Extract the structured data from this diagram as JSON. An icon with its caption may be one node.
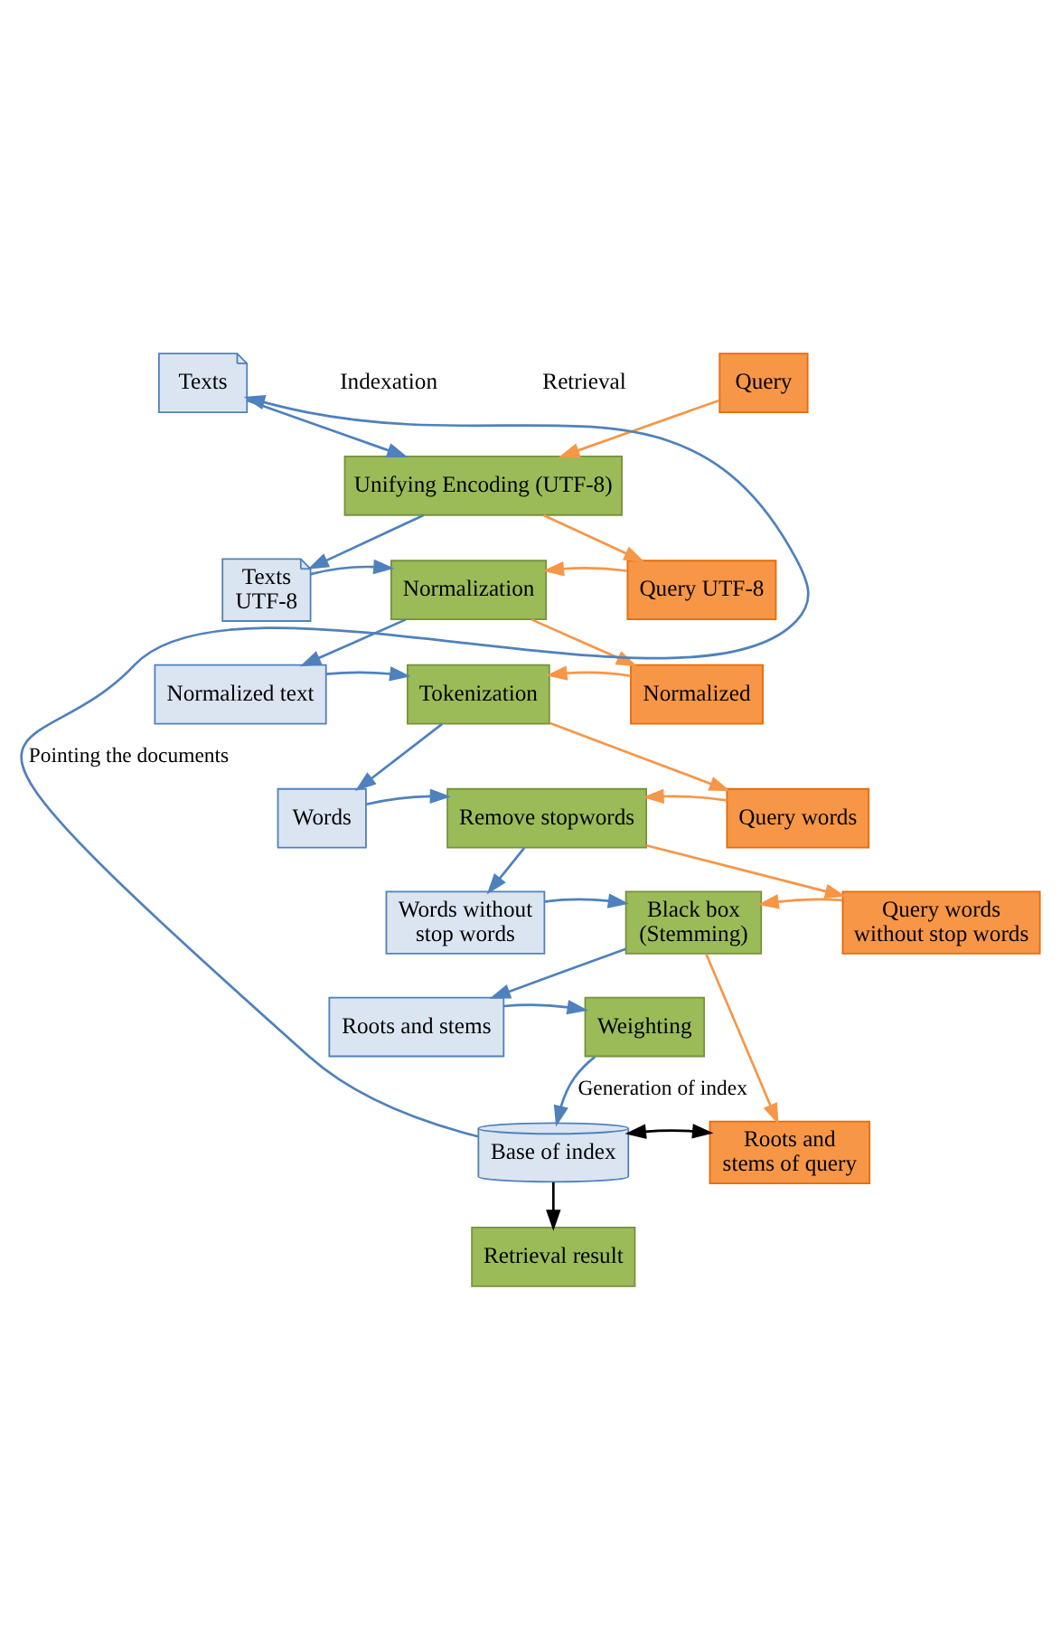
{
  "diagram": {
    "nodes": [
      {
        "text": [
          "Texts"
        ]
      },
      {
        "text": [
          "Query"
        ]
      },
      {
        "text": [
          "Unifying Encoding (UTF-8)"
        ]
      },
      {
        "text": [
          "Texts UTF-8"
        ]
      },
      {
        "text": [
          "Normalization"
        ]
      },
      {
        "text": [
          "Query UTF-8"
        ]
      },
      {
        "text": [
          "Normalized text"
        ]
      },
      {
        "text": [
          "Tokenization"
        ]
      },
      {
        "text": [
          "Normalized"
        ]
      },
      {
        "text": [
          "Words"
        ]
      },
      {
        "text": [
          "Remove stopwords"
        ]
      },
      {
        "text": [
          "Query words"
        ]
      },
      {
        "text": [
          "Words without stop words"
        ]
      },
      {
        "text": [
          "Black box (Stemming)"
        ]
      },
      {
        "text": [
          "Query words without stop words"
        ]
      },
      {
        "text": [
          "Roots and stems"
        ]
      },
      {
        "text": [
          "Weighting"
        ]
      },
      {
        "text": [
          "Base of index"
        ]
      },
      {
        "text": [
          "Roots and stems of query"
        ]
      },
      {
        "text": [
          "Retrieval result"
        ]
      }
    ],
    "edges": [
      {
        "from": 0,
        "to": 2,
        "arrow": "to"
      },
      {
        "from": 1,
        "to": 2,
        "arrow": "to",
        "color": "#f79646"
      },
      {
        "from": 2,
        "to": 3,
        "arrow": "to"
      },
      {
        "from": 2,
        "to": 5,
        "arrow": "to",
        "color": "#f79646"
      },
      {
        "from": 3,
        "to": 4,
        "arrow": "to"
      },
      {
        "from": 5,
        "to": 4,
        "arrow": "to",
        "color": "#f79646"
      },
      {
        "from": 4,
        "to": 6,
        "arrow": "to"
      },
      {
        "from": 4,
        "to": 8,
        "arrow": "to",
        "color": "#f79646"
      },
      {
        "from": 6,
        "to": 7,
        "arrow": "to"
      },
      {
        "from": 8,
        "to": 7,
        "arrow": "to",
        "color": "#f79646"
      },
      {
        "from": 7,
        "to": 9,
        "arrow": "to"
      },
      {
        "from": 7,
        "to": 11,
        "arrow": "to",
        "color": "#f79646"
      },
      {
        "from": 9,
        "to": 10,
        "arrow": "to"
      },
      {
        "from": 11,
        "to": 10,
        "arrow": "to",
        "color": "#f79646"
      },
      {
        "from": 10,
        "to": 12,
        "arrow": "to"
      },
      {
        "from": 10,
        "to": 14,
        "arrow": "to",
        "color": "#f79646"
      },
      {
        "from": 12,
        "to": 13,
        "arrow": "to"
      },
      {
        "from": 14,
        "to": 13,
        "arrow": "to",
        "color": "#f79646"
      },
      {
        "from": 13,
        "to": 15,
        "arrow": "to"
      },
      {
        "from": 13,
        "to": 18,
        "arrow": "to",
        "color": "#f79646"
      },
      {
        "from": 15,
        "to": 16,
        "arrow": "to"
      },
      {
        "from": 16,
        "to": 17,
        "arrow": "to",
        "label": "Generation of index"
      },
      {
        "from": 17,
        "to": 0,
        "arrow": "to",
        "label": "Pointing the documents"
      },
      {
        "from": 17,
        "to": 18,
        "arrow": "both",
        "color": "#000000"
      },
      {
        "from": 17,
        "to": 19,
        "arrow": "to",
        "color": "#000000"
      }
    ],
    "labels": [
      "Indexation",
      "Retrieval"
    ]
  }
}
